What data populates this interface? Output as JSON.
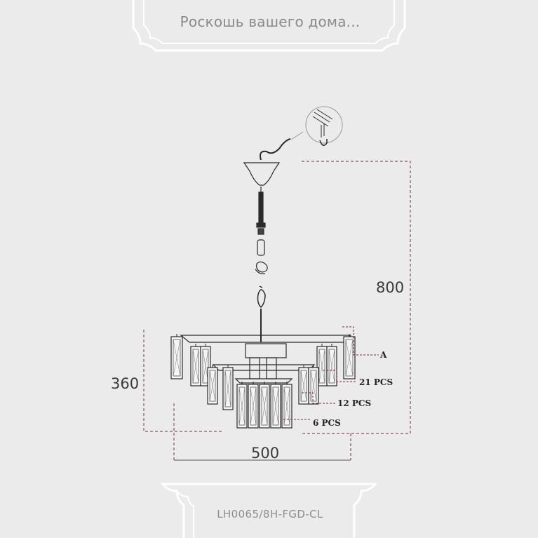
{
  "header": {
    "tagline": "Роскошь вашего дома..."
  },
  "footer": {
    "model_code": "LH0065/8H-FGD-CL"
  },
  "dimensions": {
    "total_height": "800",
    "body_height": "360",
    "width": "500"
  },
  "callouts": {
    "part_a": "A",
    "tier_1": "21 PCS",
    "tier_2": "12 PCS",
    "tier_3": "6 PCS"
  },
  "colors": {
    "background": "#ebebeb",
    "panel_line": "#ffffff",
    "drawing": "#2a2a2a",
    "dim_line": "#8a2a2a"
  },
  "icons": [
    "ceiling-hook-detail-icon",
    "chandelier-drawing"
  ]
}
